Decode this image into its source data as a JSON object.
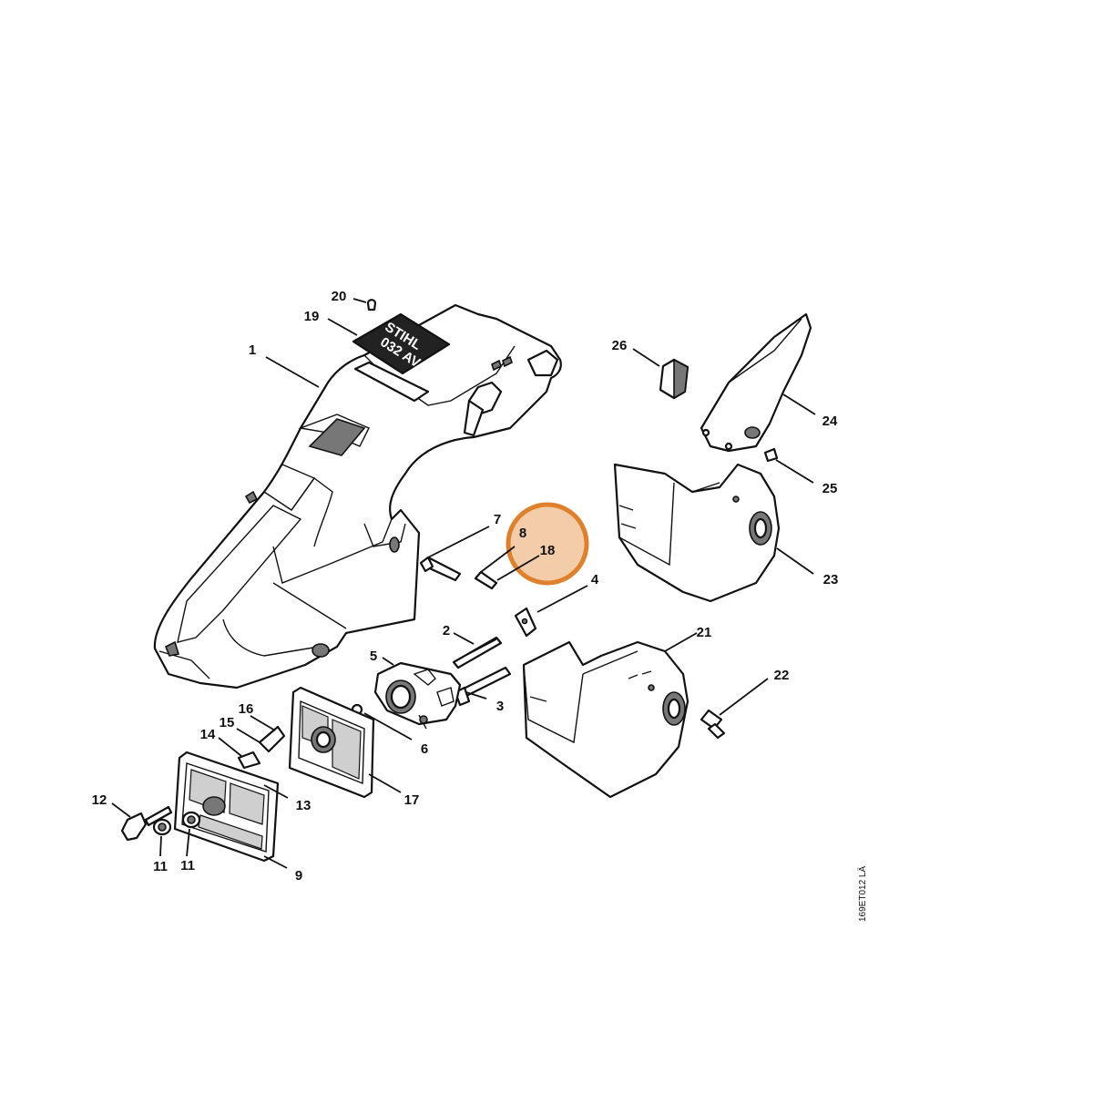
{
  "diagram": {
    "plate": {
      "line1": "STIHL",
      "line2": "032 AV"
    },
    "reference_code": "169ET012 LÄ",
    "highlight": {
      "color": "#e07a1f",
      "fill": "#f2c9a0",
      "part": "18"
    },
    "callouts": [
      {
        "label": "1"
      },
      {
        "label": "2"
      },
      {
        "label": "3"
      },
      {
        "label": "4"
      },
      {
        "label": "5"
      },
      {
        "label": "6"
      },
      {
        "label": "7"
      },
      {
        "label": "8"
      },
      {
        "label": "9"
      },
      {
        "label": "11"
      },
      {
        "label": "11"
      },
      {
        "label": "12"
      },
      {
        "label": "13"
      },
      {
        "label": "14"
      },
      {
        "label": "15"
      },
      {
        "label": "16"
      },
      {
        "label": "17"
      },
      {
        "label": "18"
      },
      {
        "label": "19"
      },
      {
        "label": "20"
      },
      {
        "label": "21"
      },
      {
        "label": "22"
      },
      {
        "label": "23"
      },
      {
        "label": "24"
      },
      {
        "label": "25"
      },
      {
        "label": "26"
      }
    ]
  }
}
